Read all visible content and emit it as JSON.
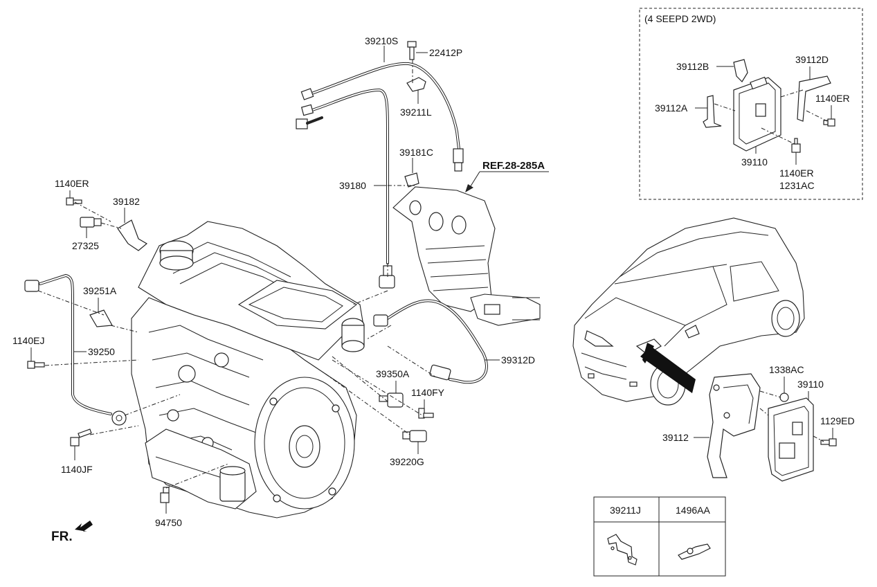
{
  "labels": {
    "p39210S": "39210S",
    "p22412P": "22412P",
    "p39211L": "39211L",
    "p39181C": "39181C",
    "p39180": "39180",
    "ref": "REF.28-285A",
    "p1140ER_left": "1140ER",
    "p39182": "39182",
    "p27325": "27325",
    "p39251A": "39251A",
    "p1140EJ": "1140EJ",
    "p39250": "39250",
    "p1140JF": "1140JF",
    "p39350A": "39350A",
    "p1140FY": "1140FY",
    "p39220G": "39220G",
    "p39312D": "39312D",
    "p94750": "94750",
    "fr": "FR.",
    "p39112_car": "39112",
    "p1338AC": "1338AC",
    "p39110_car": "39110",
    "p1129ED": "1129ED"
  },
  "inset": {
    "title": "(4 SEEPD 2WD)",
    "p39112B": "39112B",
    "p39112D": "39112D",
    "p39112A": "39112A",
    "p1140ER_a": "1140ER",
    "p39110": "39110",
    "p1140ER_b": "1140ER",
    "p1231AC": "1231AC"
  },
  "legend_table": {
    "col1_header": "39211J",
    "col2_header": "1496AA"
  }
}
